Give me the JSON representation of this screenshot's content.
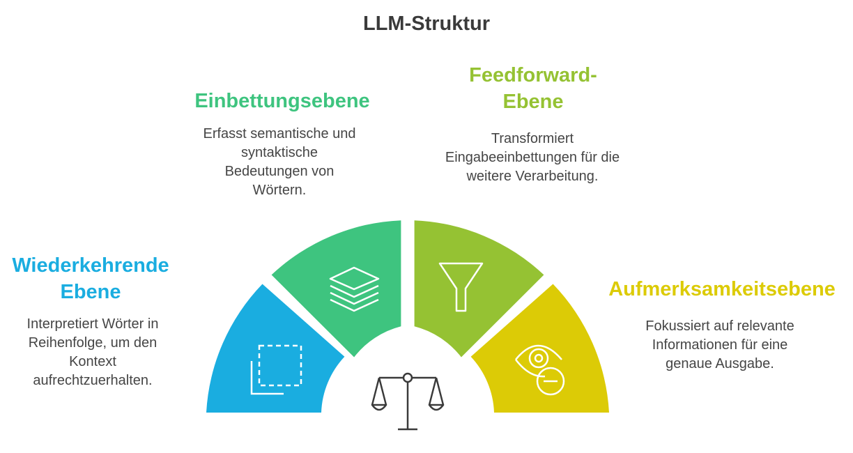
{
  "title": "LLM-Struktur",
  "segments": [
    {
      "heading": "Wiederkehrende Ebene",
      "description": "Interpretiert Wörter in Reihenfolge, um den Kontext aufrechtzuerhalten.",
      "color": "#1aade0",
      "icon": "dashed-square-icon"
    },
    {
      "heading": "Einbettungsebene",
      "description": "Erfasst semantische und syntaktische Bedeutungen von Wörtern.",
      "color": "#3ec47f",
      "icon": "stacked-layers-icon"
    },
    {
      "heading": "Feedforward-Ebene",
      "description": "Transformiert Eingabeeinbettungen für die weitere Verarbeitung.",
      "color": "#95c233",
      "icon": "funnel-icon"
    },
    {
      "heading": "Aufmerksamkeitsebene",
      "description": "Fokussiert auf relevante Informationen für eine genaue Ausgabe.",
      "color": "#dccb06",
      "icon": "eye-minus-icon"
    }
  ],
  "center_icon": "balance-scale-icon"
}
